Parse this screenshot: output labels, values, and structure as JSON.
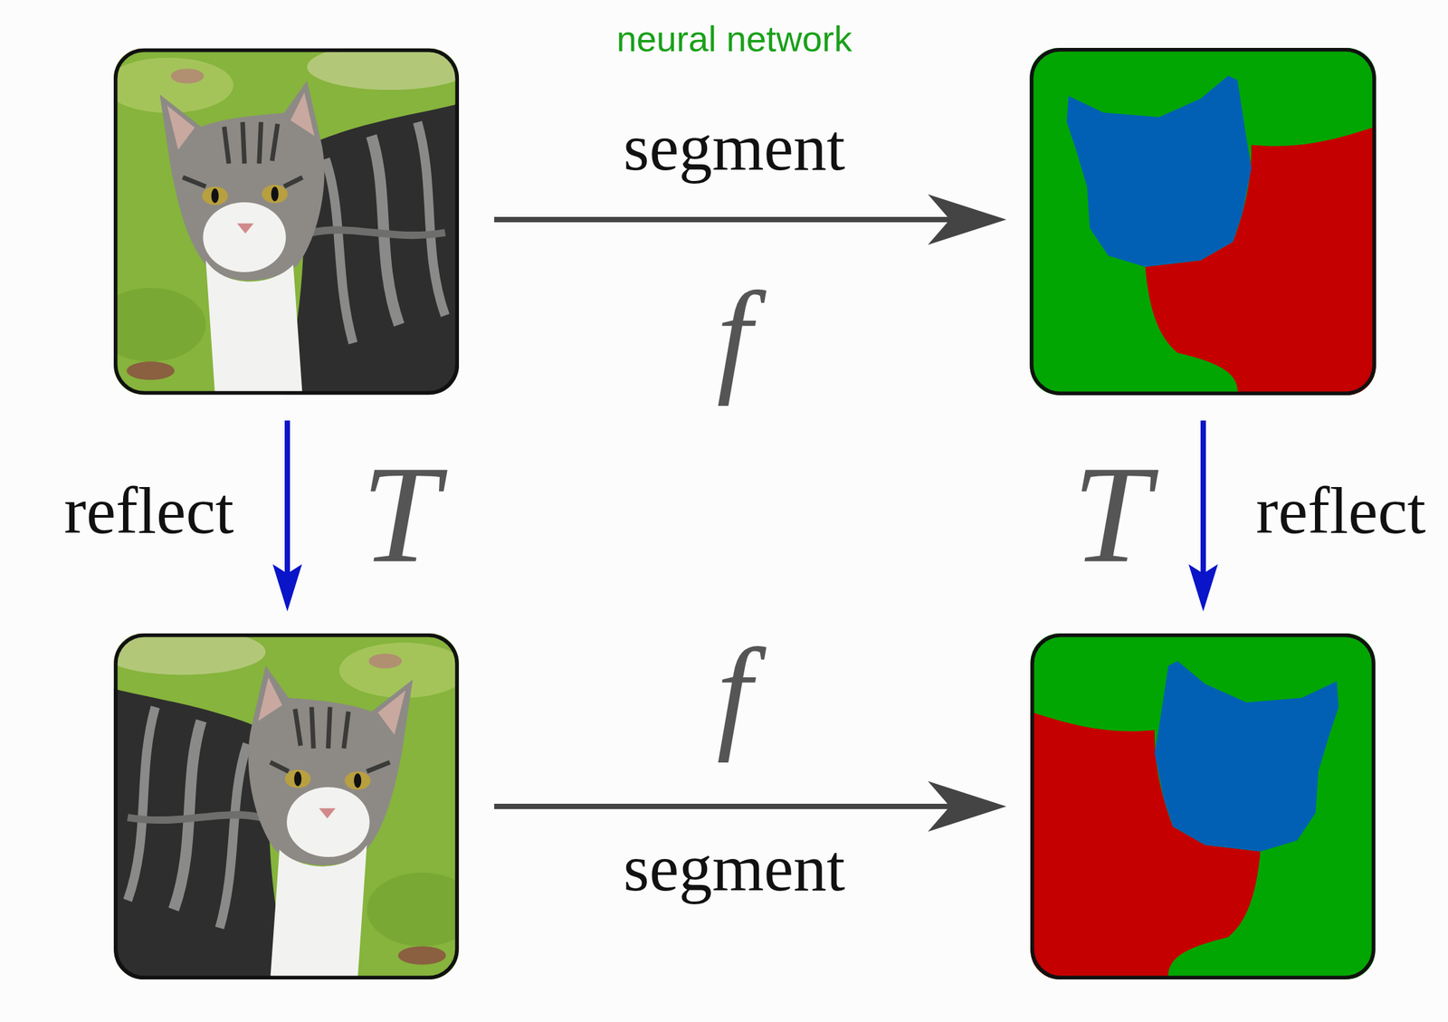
{
  "diagram": {
    "labels": [
      "neural network",
      "segment",
      "f",
      "reflect",
      "T",
      "T",
      "reflect",
      "f",
      "segment"
    ]
  }
}
